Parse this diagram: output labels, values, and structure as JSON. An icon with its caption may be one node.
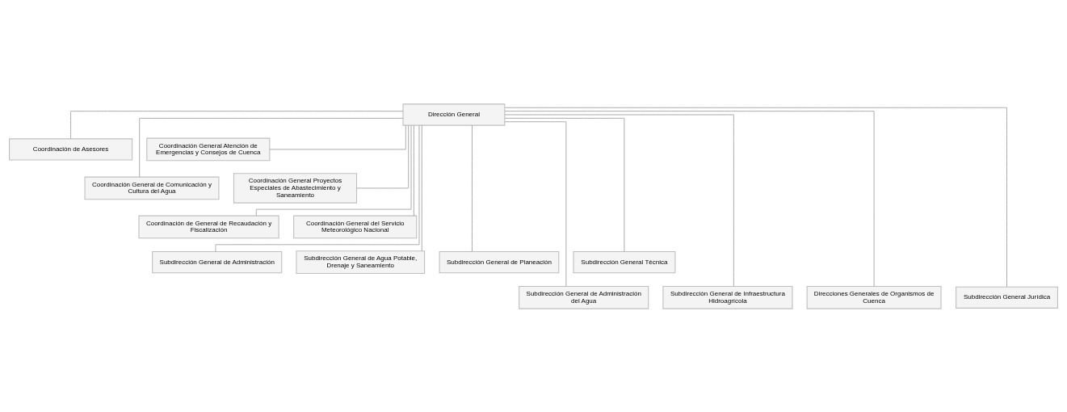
{
  "diagram": {
    "nodes": [
      {
        "text": [
          "Dirección General"
        ]
      },
      {
        "text": [
          "Coordinación de Asesores"
        ]
      },
      {
        "text": [
          "Coordinación General Atención de Emergencias y Consejos de Cuenca"
        ]
      },
      {
        "text": [
          "Coordinación General de Comunicación y Cultura del Agua"
        ]
      },
      {
        "text": [
          "Coordinación General Proyectos Especiales de Abastecimiento y Saneamiento"
        ]
      },
      {
        "text": [
          "Coordinación de General de Recaudación y Fiscalización"
        ]
      },
      {
        "text": [
          "Coordinación General del Servicio Meteorológico Nacional"
        ]
      },
      {
        "text": [
          "Subdirección General de Administración"
        ]
      },
      {
        "text": [
          "Subdirección General de Agua Potable, Drenaje y Saneamiento"
        ]
      },
      {
        "text": [
          "Subdirección General de Planeación"
        ]
      },
      {
        "text": [
          "Subdirección General Técnica"
        ]
      },
      {
        "text": [
          "Subdirección General de Administración del Agua"
        ]
      },
      {
        "text": [
          "Subdirección General de Infraestructura Hidroagrícola"
        ]
      },
      {
        "text": [
          "Direcciones Generales de Organismos de Cuenca"
        ]
      },
      {
        "text": [
          "Subdirección General Jurídica"
        ]
      }
    ],
    "edges": [
      {
        "from": 0,
        "to": 1,
        "arrow": "none"
      },
      {
        "from": 0,
        "to": 2,
        "arrow": "none"
      },
      {
        "from": 0,
        "to": 3,
        "arrow": "none"
      },
      {
        "from": 0,
        "to": 4,
        "arrow": "none"
      },
      {
        "from": 0,
        "to": 5,
        "arrow": "none"
      },
      {
        "from": 0,
        "to": 6,
        "arrow": "none"
      },
      {
        "from": 0,
        "to": 7,
        "arrow": "none"
      },
      {
        "from": 0,
        "to": 8,
        "arrow": "none"
      },
      {
        "from": 0,
        "to": 9,
        "arrow": "none"
      },
      {
        "from": 0,
        "to": 10,
        "arrow": "none"
      },
      {
        "from": 0,
        "to": 11,
        "arrow": "none"
      },
      {
        "from": 0,
        "to": 12,
        "arrow": "none"
      },
      {
        "from": 0,
        "to": 13,
        "arrow": "none"
      },
      {
        "from": 0,
        "to": 14,
        "arrow": "none"
      }
    ]
  }
}
